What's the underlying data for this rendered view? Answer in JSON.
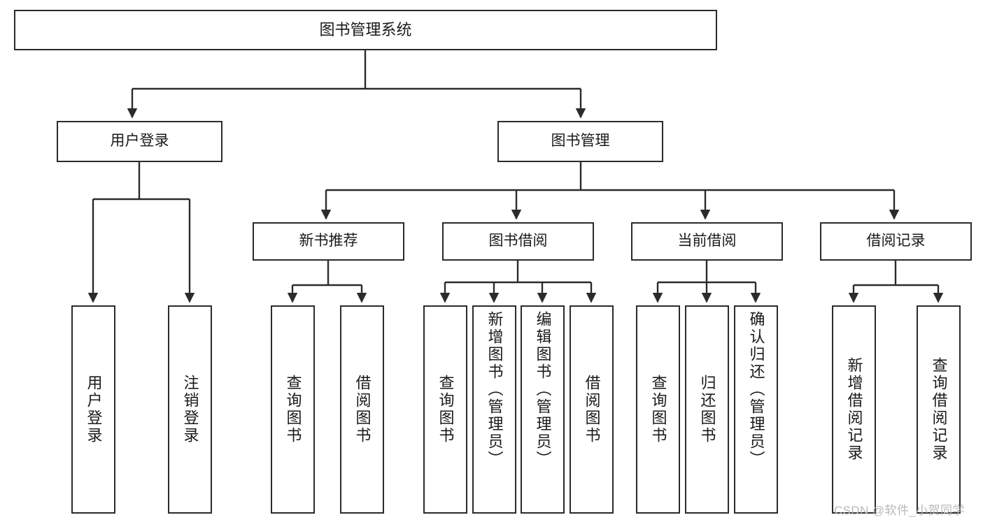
{
  "diagram": {
    "title": "图书管理系统",
    "type": "tree",
    "colors": {
      "stroke": "#2b2b2b",
      "fill": "#ffffff",
      "text": "#1a1a1a",
      "watermark": "#b9b9b9"
    },
    "levels": {
      "root": {
        "label": "图书管理系统"
      },
      "level2": [
        {
          "label": "用户登录"
        },
        {
          "label": "图书管理"
        }
      ],
      "level3": [
        {
          "label": "新书推荐"
        },
        {
          "label": "图书借阅"
        },
        {
          "label": "当前借阅"
        },
        {
          "label": "借阅记录"
        }
      ],
      "leaves": [
        {
          "label": "用户登录",
          "parent": "用户登录"
        },
        {
          "label": "注销登录",
          "parent": "用户登录"
        },
        {
          "label": "查询图书",
          "parent": "新书推荐"
        },
        {
          "label": "借阅图书",
          "parent": "新书推荐"
        },
        {
          "label": "查询图书",
          "parent": "图书借阅"
        },
        {
          "label": "新增图书（管理员）",
          "parent": "图书借阅"
        },
        {
          "label": "编辑图书（管理员）",
          "parent": "图书借阅"
        },
        {
          "label": "借阅图书",
          "parent": "图书借阅"
        },
        {
          "label": "查询图书",
          "parent": "当前借阅"
        },
        {
          "label": "归还图书",
          "parent": "当前借阅"
        },
        {
          "label": "确认归还（管理员）",
          "parent": "当前借阅"
        },
        {
          "label": "新增借阅记录",
          "parent": "借阅记录"
        },
        {
          "label": "查询借阅记录",
          "parent": "借阅记录"
        }
      ]
    }
  },
  "watermark": {
    "text": "CSDN @软件_小贺同学"
  }
}
